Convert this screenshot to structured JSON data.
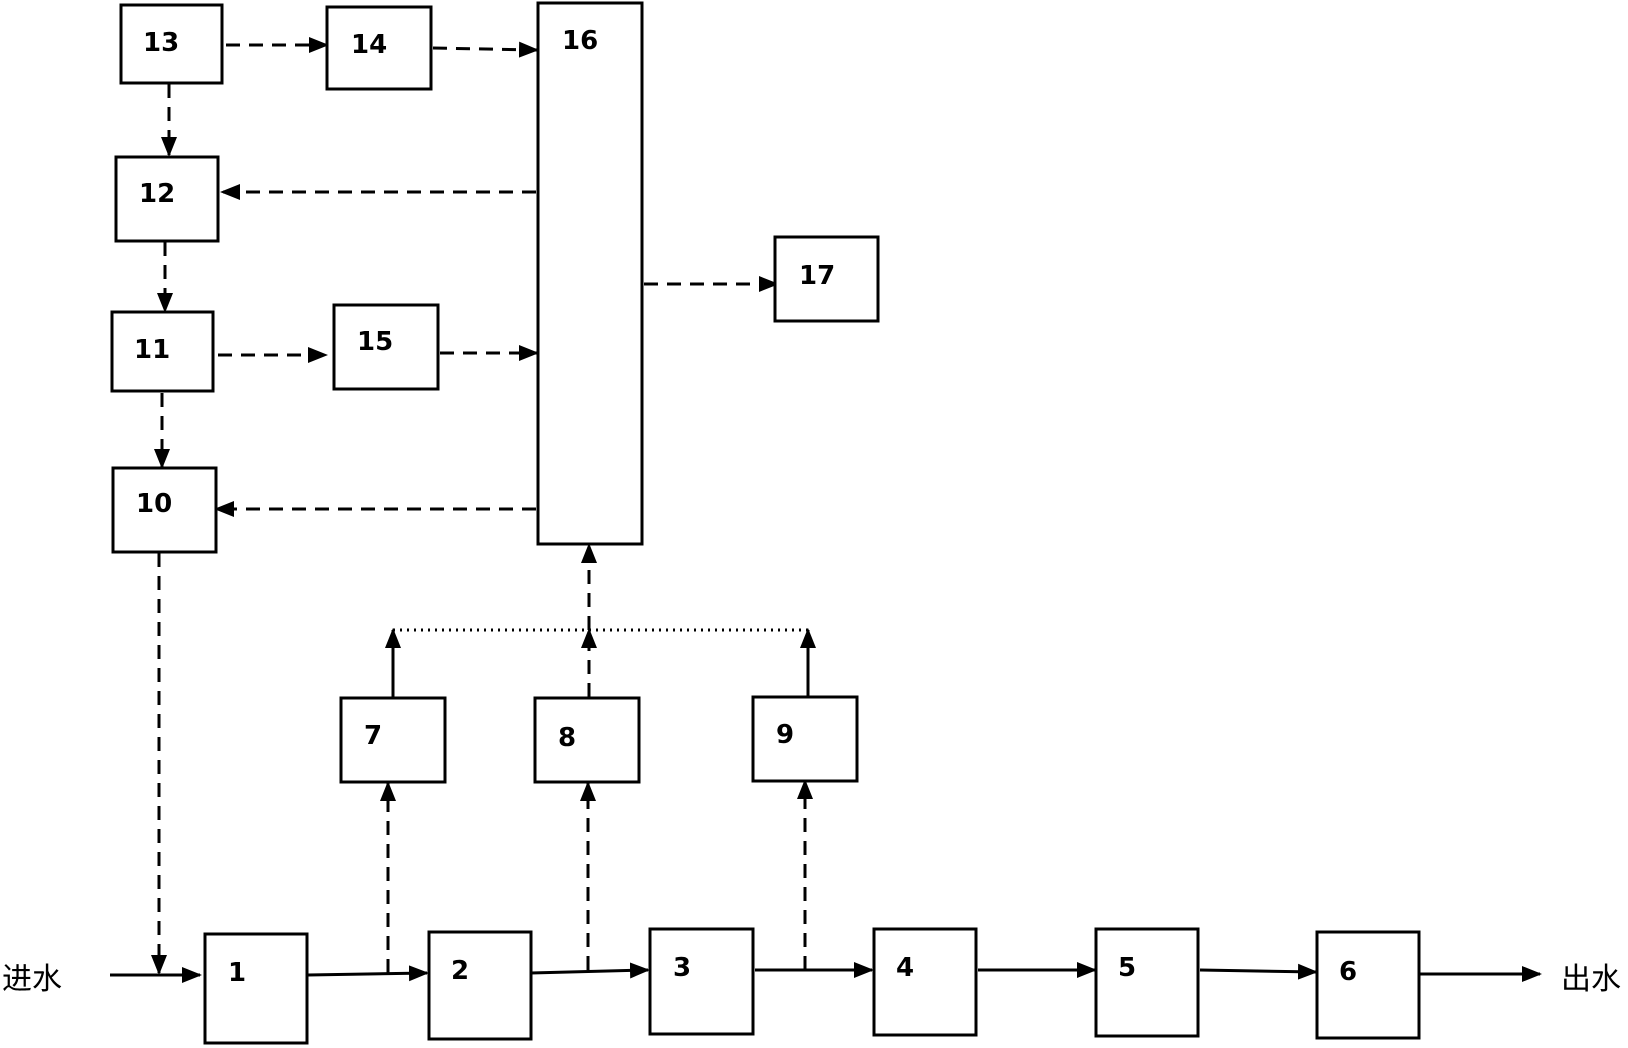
{
  "inlet_label": "进水",
  "outlet_label": "出水",
  "nodes": {
    "n1": "1",
    "n2": "2",
    "n3": "3",
    "n4": "4",
    "n5": "5",
    "n6": "6",
    "n7": "7",
    "n8": "8",
    "n9": "9",
    "n10": "10",
    "n11": "11",
    "n12": "12",
    "n13": "13",
    "n14": "14",
    "n15": "15",
    "n16": "16",
    "n17": "17"
  }
}
